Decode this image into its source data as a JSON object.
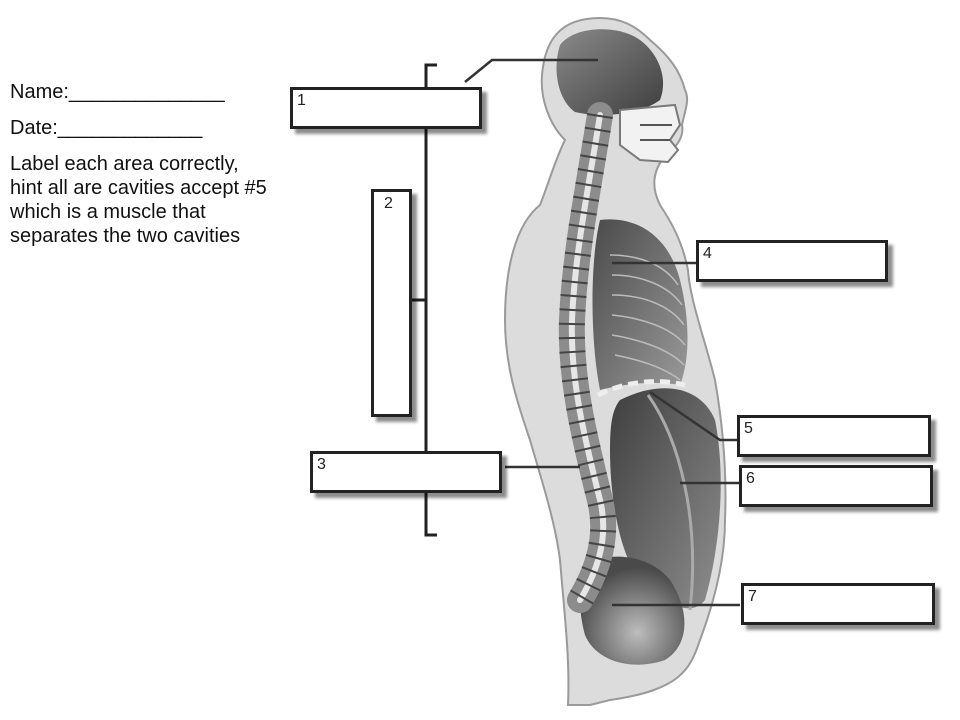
{
  "worksheet": {
    "name_line": "Name:______________",
    "date_line": "Date:_____________",
    "instructions": "Label each area correctly, hint all are cavities accept #5 which is a muscle that separates the two cavities"
  },
  "label_boxes": [
    {
      "number": "1"
    },
    {
      "number": "2"
    },
    {
      "number": "3"
    },
    {
      "number": "4"
    },
    {
      "number": "5"
    },
    {
      "number": "6"
    },
    {
      "number": "7"
    }
  ],
  "colors": {
    "body_fill": "#dcdcdc",
    "body_outline": "#9a9a9a",
    "organ_dark": "#5a5a5a",
    "spine": "#8c8c8c",
    "line": "#333333"
  }
}
